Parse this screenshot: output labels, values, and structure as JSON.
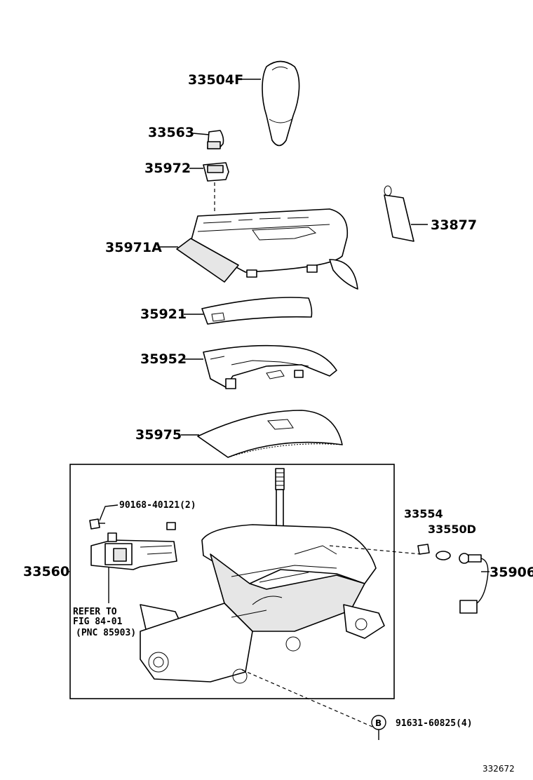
{
  "diagram": {
    "parts": [
      {
        "id": "knob",
        "number": "33504F"
      },
      {
        "id": "button",
        "number": "33563"
      },
      {
        "id": "switch",
        "number": "35972"
      },
      {
        "id": "label-tag",
        "number": "33877"
      },
      {
        "id": "indicator-housing",
        "number": "35971A"
      },
      {
        "id": "slide-plate",
        "number": "35921"
      },
      {
        "id": "indicator-base",
        "number": "35952"
      },
      {
        "id": "dust-cover",
        "number": "35975"
      },
      {
        "id": "shift-lever-assy",
        "number": "33560"
      },
      {
        "id": "bolt",
        "number": "90168-40121(2)"
      },
      {
        "id": "stopper",
        "number": "33554"
      },
      {
        "id": "bushing",
        "number": "33550D"
      },
      {
        "id": "wire-harness",
        "number": "35906"
      },
      {
        "id": "mount-bolt",
        "number": "91631-60825(4)",
        "marker": "B"
      }
    ],
    "reference_note": [
      "REFER TO",
      "FIG 84-01",
      "(PNC 85903)"
    ],
    "figure_number": "332672"
  }
}
